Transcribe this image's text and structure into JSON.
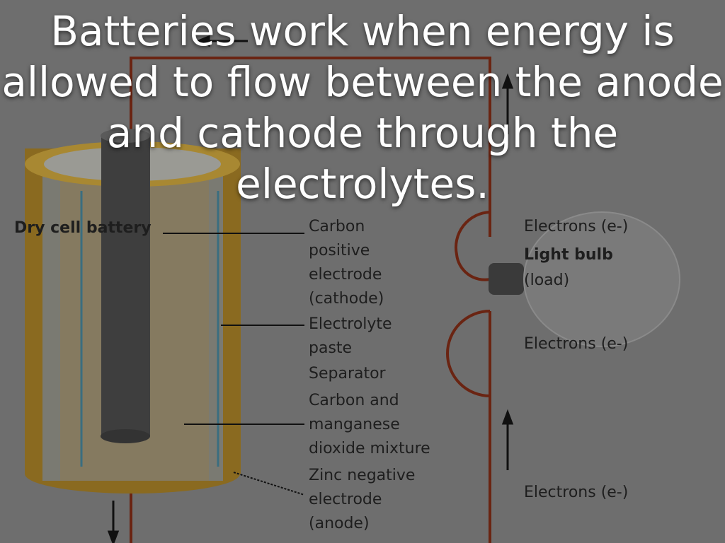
{
  "diagram": {
    "title": "Dry cell battery",
    "electrons_top": "Electrons (e-)",
    "electrons_right_top": "Electrons (e-)",
    "electrons_right_bottom": "Electrons (e-)",
    "carbon_electrode": "Carbon\npositive\nelectrode\n(cathode)",
    "electrolyte": "Electrolyte\npaste",
    "separator": "Separator",
    "mixture": "Carbon and\nmanganese\ndioxide mixture",
    "zinc_electrode": "Zinc negative\nelectrode\n(anode)",
    "light_bulb": "Light bulb",
    "load": "(load)",
    "colors": {
      "wire": "#7a2a14",
      "casing": "#a07c2a",
      "background": "#6e6e6e"
    }
  },
  "caption": "Batteries work when energy is allowed to flow between the anode and cathode through the electrolytes."
}
